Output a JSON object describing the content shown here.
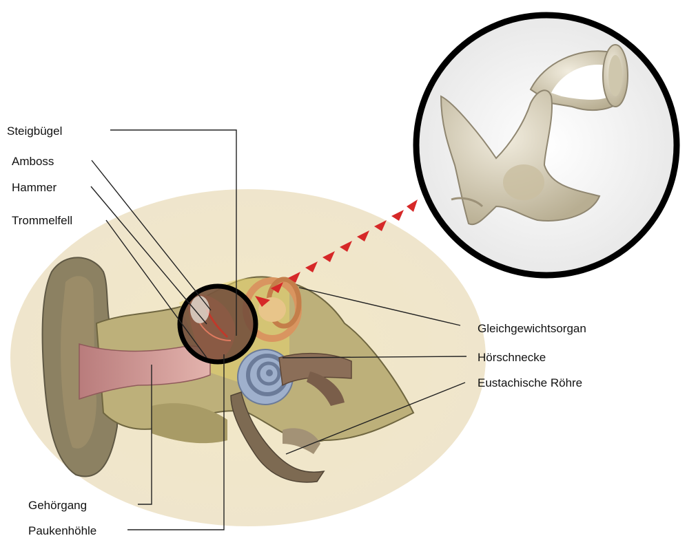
{
  "labels": {
    "steigbuegel": "Steigbügel",
    "amboss": "Amboss",
    "hammer": "Hammer",
    "trommelfell": "Trommelfell",
    "gleichgewichtsorgan": "Gleichgewichtsorgan",
    "hoerschnecke": "Hörschnecke",
    "eustachische_roehre": "Eustachische Röhre",
    "gehoergang": "Gehörgang",
    "paukenhoehle": "Paukenhöhle"
  },
  "colors": {
    "background_ellipse": "#efe6c7",
    "skin": "#8c8162",
    "skin_dark": "#5f5844",
    "tissue": "#bdb07a",
    "canal": "#c98a8a",
    "cochlea": "#9fb0cc",
    "semicircular": "#d99560",
    "bone": "#ded6bf",
    "arrow": "#d62828",
    "leader_line": "#222222"
  },
  "icons": {
    "zoom_circle": "magnifier-circle",
    "zoom_arrow": "red-dashed-arrow"
  }
}
